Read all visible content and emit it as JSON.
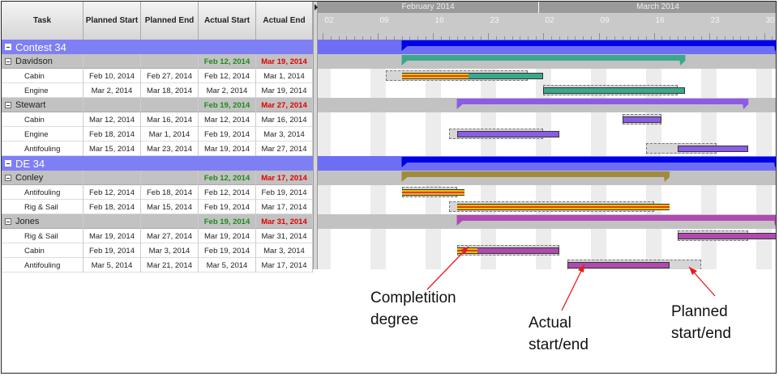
{
  "columns": [
    "Task",
    "Planned Start",
    "Planned End",
    "Actual Start",
    "Actual End"
  ],
  "timescale": {
    "months": [
      "February 2014",
      "March 2014"
    ],
    "days": [
      "02",
      "09",
      "16",
      "23",
      "02",
      "09",
      "16",
      "23",
      "30"
    ]
  },
  "rows": [
    {
      "type": "main",
      "name": "Contest 34"
    },
    {
      "type": "sub",
      "name": "Davidson",
      "as": "Feb 12, 2014",
      "ae": "Mar 19, 2014"
    },
    {
      "type": "task",
      "name": "Cabin",
      "ps": "Feb 10, 2014",
      "pe": "Feb 27, 2014",
      "as": "Feb 12, 2014",
      "ae": "Mar 1, 2014"
    },
    {
      "type": "task",
      "name": "Engine",
      "ps": "Mar 2, 2014",
      "pe": "Mar 18, 2014",
      "as": "Mar 2, 2014",
      "ae": "Mar 19, 2014"
    },
    {
      "type": "sub",
      "name": "Stewart",
      "as": "Feb 19, 2014",
      "ae": "Mar 27, 2014"
    },
    {
      "type": "task",
      "name": "Cabin",
      "ps": "Mar 12, 2014",
      "pe": "Mar 16, 2014",
      "as": "Mar 12, 2014",
      "ae": "Mar 16, 2014"
    },
    {
      "type": "task",
      "name": "Engine",
      "ps": "Feb 18, 2014",
      "pe": "Mar 1, 2014",
      "as": "Feb 19, 2014",
      "ae": "Mar 3, 2014"
    },
    {
      "type": "task",
      "name": "Antifouling",
      "ps": "Mar 15, 2014",
      "pe": "Mar 23, 2014",
      "as": "Mar 19, 2014",
      "ae": "Mar 27, 2014"
    },
    {
      "type": "main",
      "name": "DE 34"
    },
    {
      "type": "sub",
      "name": "Conley",
      "as": "Feb 12, 2014",
      "ae": "Mar 17, 2014"
    },
    {
      "type": "task",
      "name": "Antifouling",
      "ps": "Feb 12, 2014",
      "pe": "Feb 18, 2014",
      "as": "Feb 12, 2014",
      "ae": "Feb 19, 2014"
    },
    {
      "type": "task",
      "name": "Rig & Sail",
      "ps": "Feb 18, 2014",
      "pe": "Mar 15, 2014",
      "as": "Feb 19, 2014",
      "ae": "Mar 17, 2014"
    },
    {
      "type": "sub",
      "name": "Jones",
      "as": "Feb 19, 2014",
      "ae": "Mar 31, 2014"
    },
    {
      "type": "task",
      "name": "Rig & Sail",
      "ps": "Mar 19, 2014",
      "pe": "Mar 27, 2014",
      "as": "Mar 19, 2014",
      "ae": "Mar 31, 2014"
    },
    {
      "type": "task",
      "name": "Cabin",
      "ps": "Feb 19, 2014",
      "pe": "Mar 3, 2014",
      "as": "Feb 19, 2014",
      "ae": "Mar 3, 2014"
    },
    {
      "type": "task",
      "name": "Antifouling",
      "ps": "Mar 5, 2014",
      "pe": "Mar 21, 2014",
      "as": "Mar 5, 2014",
      "ae": "Mar 17, 2014"
    }
  ],
  "colors": {
    "main": "#0000e6",
    "Davidson": "#3aa88c",
    "Stewart": "#8c5ce6",
    "Conley": "#a08a3c",
    "Jones": "#b04ab0",
    "progress": "#f0c000",
    "progress_line": "#e83c00"
  },
  "bars": [
    {
      "row": 0,
      "kind": "summary",
      "color": "main",
      "start": "Feb 12, 2014",
      "end": "Mar 31, 2014"
    },
    {
      "row": 1,
      "kind": "summary",
      "color": "Davidson",
      "start": "Feb 12, 2014",
      "end": "Mar 19, 2014"
    },
    {
      "row": 2,
      "kind": "task",
      "color": "Davidson",
      "ps": "Feb 10, 2014",
      "pe": "Feb 27, 2014",
      "as": "Feb 12, 2014",
      "ae": "Mar 1, 2014",
      "progress": 0.47
    },
    {
      "row": 3,
      "kind": "task",
      "color": "Davidson",
      "ps": "Mar 2, 2014",
      "pe": "Mar 18, 2014",
      "as": "Mar 2, 2014",
      "ae": "Mar 19, 2014",
      "progress": 0
    },
    {
      "row": 4,
      "kind": "summary",
      "color": "Stewart",
      "start": "Feb 19, 2014",
      "end": "Mar 27, 2014"
    },
    {
      "row": 5,
      "kind": "task",
      "color": "Stewart",
      "ps": "Mar 12, 2014",
      "pe": "Mar 16, 2014",
      "as": "Mar 12, 2014",
      "ae": "Mar 16, 2014",
      "progress": 0
    },
    {
      "row": 6,
      "kind": "task",
      "color": "Stewart",
      "ps": "Feb 18, 2014",
      "pe": "Mar 1, 2014",
      "as": "Feb 19, 2014",
      "ae": "Mar 3, 2014",
      "progress": 0
    },
    {
      "row": 7,
      "kind": "task",
      "color": "Stewart",
      "ps": "Mar 15, 2014",
      "pe": "Mar 23, 2014",
      "as": "Mar 19, 2014",
      "ae": "Mar 27, 2014",
      "progress": 0
    },
    {
      "row": 8,
      "kind": "summary",
      "color": "main",
      "start": "Feb 12, 2014",
      "end": "Mar 31, 2014"
    },
    {
      "row": 9,
      "kind": "summary",
      "color": "Conley",
      "start": "Feb 12, 2014",
      "end": "Mar 17, 2014"
    },
    {
      "row": 10,
      "kind": "task",
      "color": "Conley",
      "ps": "Feb 12, 2014",
      "pe": "Feb 18, 2014",
      "as": "Feb 12, 2014",
      "ae": "Feb 19, 2014",
      "progress": 1
    },
    {
      "row": 11,
      "kind": "task",
      "color": "Conley",
      "ps": "Feb 18, 2014",
      "pe": "Mar 15, 2014",
      "as": "Feb 19, 2014",
      "ae": "Mar 17, 2014",
      "progress": 1
    },
    {
      "row": 12,
      "kind": "summary",
      "color": "Jones",
      "start": "Feb 19, 2014",
      "end": "Mar 31, 2014"
    },
    {
      "row": 13,
      "kind": "task",
      "color": "Jones",
      "ps": "Mar 19, 2014",
      "pe": "Mar 27, 2014",
      "as": "Mar 19, 2014",
      "ae": "Mar 31, 2014",
      "progress": 0
    },
    {
      "row": 14,
      "kind": "task",
      "color": "Jones",
      "ps": "Feb 19, 2014",
      "pe": "Mar 3, 2014",
      "as": "Feb 19, 2014",
      "ae": "Mar 3, 2014",
      "progress": 0.2
    },
    {
      "row": 15,
      "kind": "task",
      "color": "Jones",
      "ps": "Mar 5, 2014",
      "pe": "Mar 21, 2014",
      "as": "Mar 5, 2014",
      "ae": "Mar 17, 2014",
      "progress": 0
    }
  ],
  "annotations": {
    "completion": "Completition\ndegree",
    "actual": "Actual\nstart/end",
    "planned": "Planned\nstart/end"
  }
}
